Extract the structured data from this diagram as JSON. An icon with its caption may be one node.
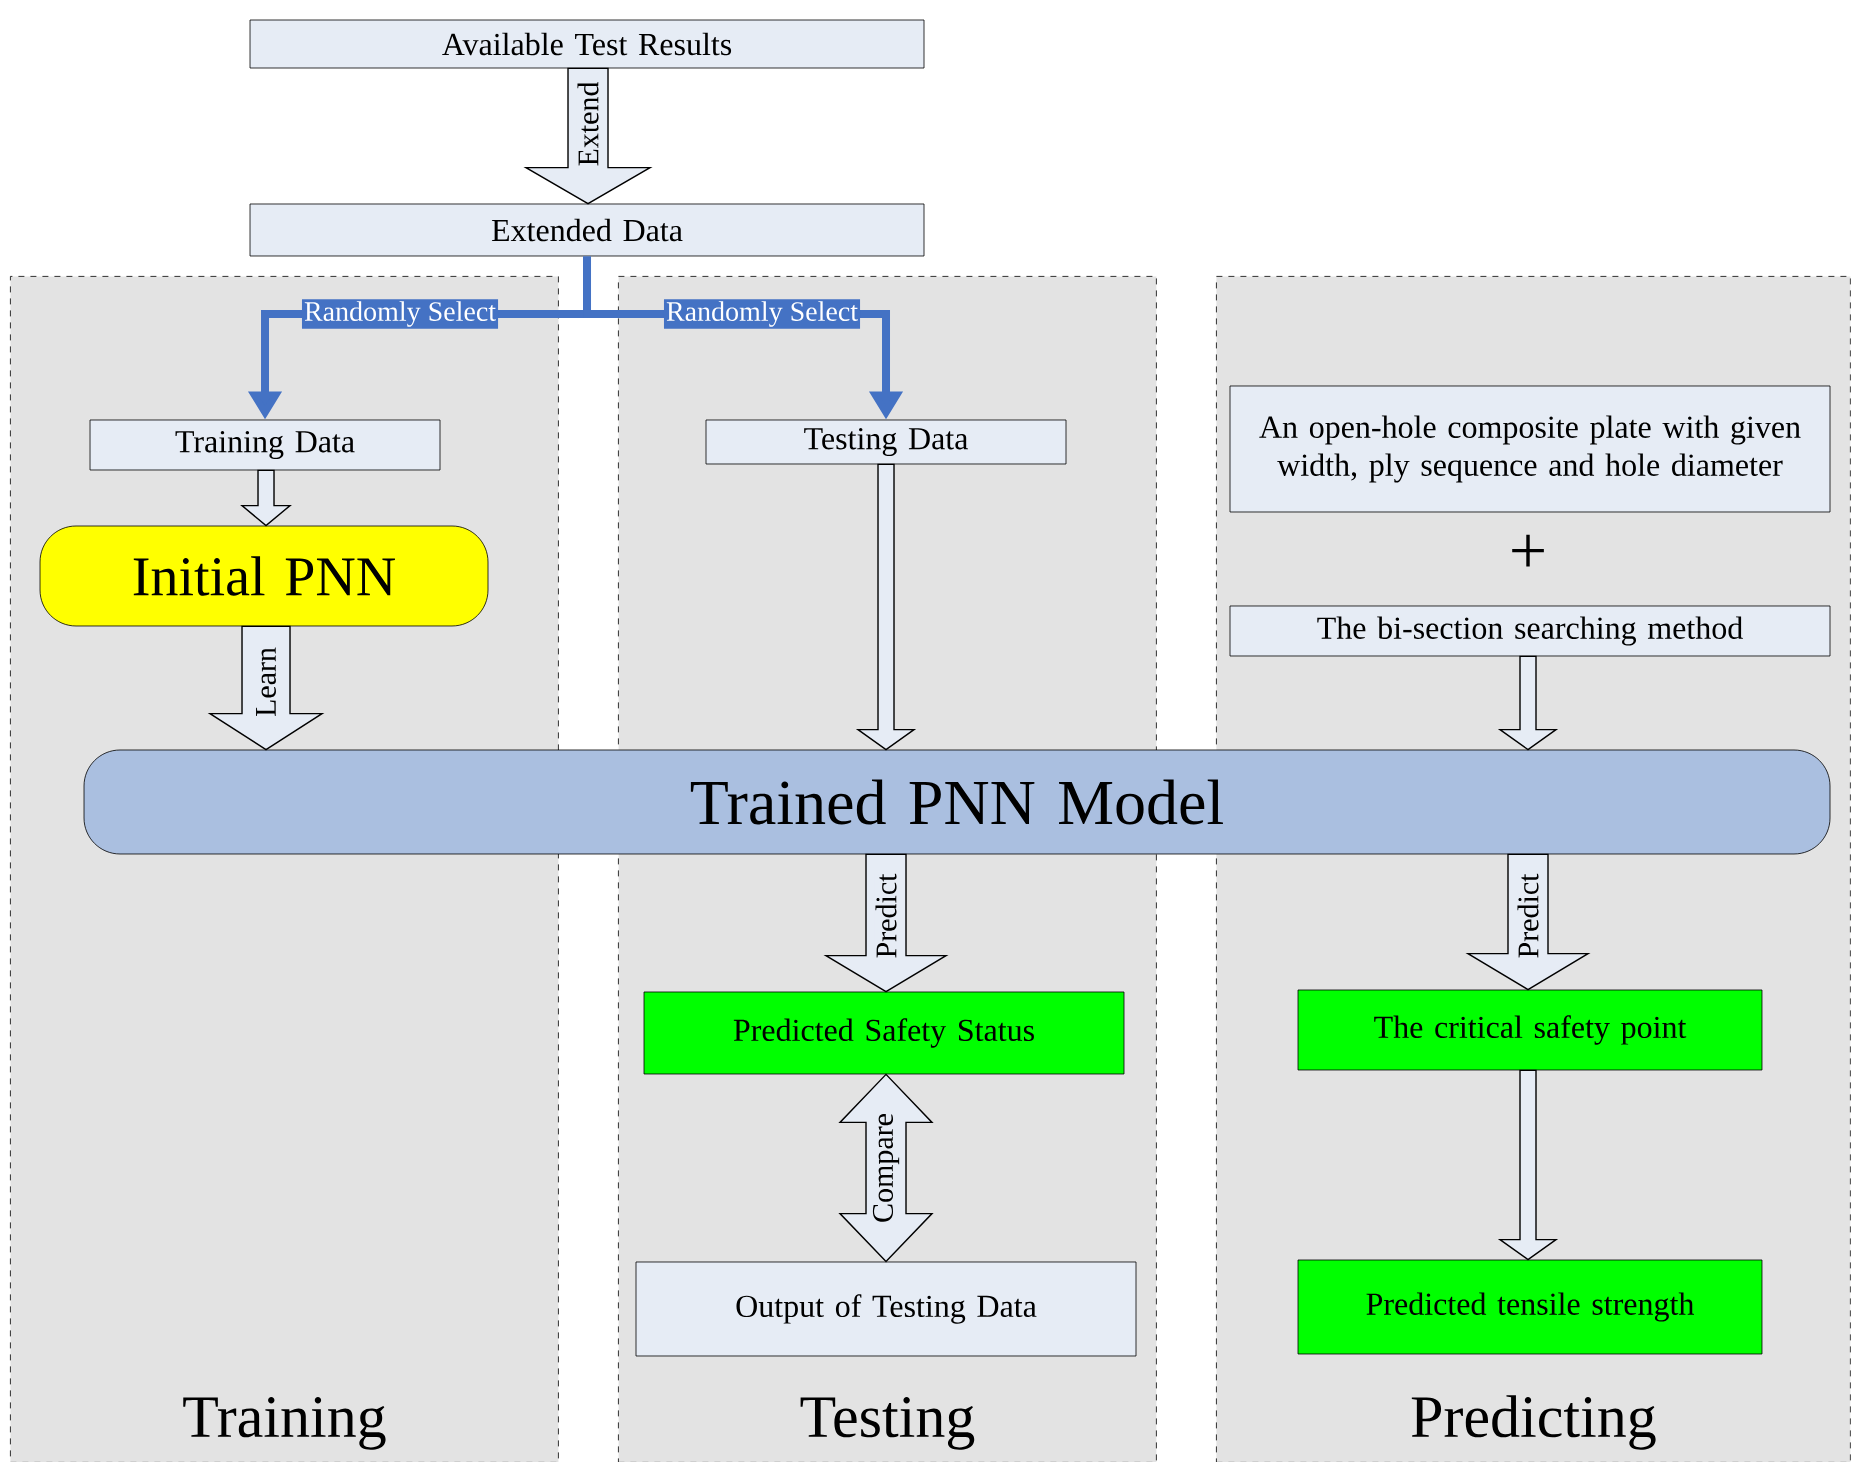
{
  "diagram": {
    "nodes": [
      {
        "text": [
          "Available Test Results"
        ]
      },
      {
        "text": [
          "Extended Data"
        ]
      },
      {
        "text": [
          "Training"
        ]
      },
      {
        "text": [
          "Testing"
        ]
      },
      {
        "text": [
          "Predicting"
        ]
      },
      {
        "text": [
          "Training Data"
        ],
        "in": 2
      },
      {
        "text": [
          "Initial PNN"
        ],
        "in": 2
      },
      {
        "text": [
          "Testing Data"
        ],
        "in": 3
      },
      {
        "text": [
          "An open-hole composite plate with given width, ply sequence and hole diameter"
        ],
        "in": 4
      },
      {
        "text": [
          "The bi-section searching method"
        ],
        "in": 4
      },
      {
        "text": [
          "Trained PNN Model"
        ]
      },
      {
        "text": [
          "Predicted Safety Status"
        ],
        "in": 3
      },
      {
        "text": [
          "Output of Testing Data"
        ],
        "in": 3
      },
      {
        "text": [
          "The critical safety point"
        ],
        "in": 4
      },
      {
        "text": [
          "Predicted tensile strength"
        ],
        "in": 4
      }
    ],
    "edges": [
      {
        "from": 0,
        "to": 1,
        "arrow": "to",
        "label": "Extend"
      },
      {
        "from": 1,
        "to": 5,
        "arrow": "to",
        "label": "Randomly Select",
        "color": "#4472c4"
      },
      {
        "from": 1,
        "to": 7,
        "arrow": "to",
        "label": "Randomly Select",
        "color": "#4472c4"
      },
      {
        "from": 5,
        "to": 6,
        "arrow": "to"
      },
      {
        "from": 6,
        "to": 10,
        "arrow": "to",
        "label": "Learn"
      },
      {
        "from": 7,
        "to": 10,
        "arrow": "to"
      },
      {
        "from": 9,
        "to": 10,
        "arrow": "to"
      },
      {
        "from": 10,
        "to": 11,
        "arrow": "to",
        "label": "Predict"
      },
      {
        "from": 10,
        "to": 13,
        "arrow": "to",
        "label": "Predict"
      },
      {
        "from": 11,
        "to": 12,
        "arrow": "both",
        "label": "Compare"
      },
      {
        "from": 13,
        "to": 14,
        "arrow": "to"
      }
    ],
    "labels": [
      "+"
    ]
  }
}
